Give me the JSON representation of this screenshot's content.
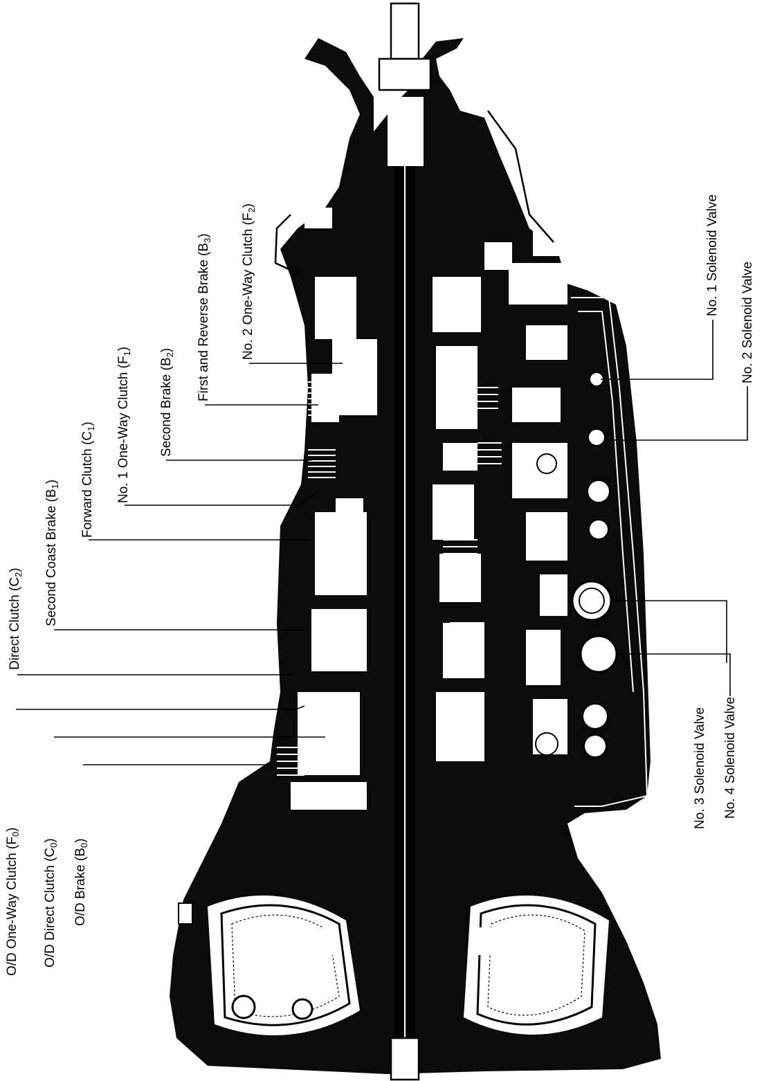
{
  "labels": {
    "od_one_way_clutch": {
      "text": "O/D One-Way Clutch (F",
      "sub": "0",
      "close": ")"
    },
    "od_direct_clutch": {
      "text": "O/D Direct Clutch (C",
      "sub": "0",
      "close": ")"
    },
    "od_brake": {
      "text": "O/D Brake (B",
      "sub": "0",
      "close": ")"
    },
    "direct_clutch": {
      "text": "Direct Clutch (C",
      "sub": "2",
      "close": ")"
    },
    "second_coast_brake": {
      "text": "Second Coast Brake (B",
      "sub": "1",
      "close": ")"
    },
    "forward_clutch": {
      "text": "Forward Clutch (C",
      "sub": "1",
      "close": ")"
    },
    "no1_one_way_clutch": {
      "text": "No. 1 One-Way Clutch (F",
      "sub": "1",
      "close": ")"
    },
    "second_brake": {
      "text": "Second Brake (B",
      "sub": "2",
      "close": ")"
    },
    "first_reverse_brake": {
      "text": "First and Reverse Brake (B",
      "sub": "3",
      "close": ")"
    },
    "no2_one_way_clutch": {
      "text": "No. 2 One-Way Clutch (F",
      "sub": "2",
      "close": ")"
    },
    "no1_solenoid": {
      "text": "No. 1 Solenoid Valve"
    },
    "no2_solenoid": {
      "text": "No. 2 Solenoid Valve"
    },
    "no3_solenoid": {
      "text": "No. 3 Solenoid Valve"
    },
    "no4_solenoid": {
      "text": "No. 4 Solenoid Valve"
    }
  }
}
